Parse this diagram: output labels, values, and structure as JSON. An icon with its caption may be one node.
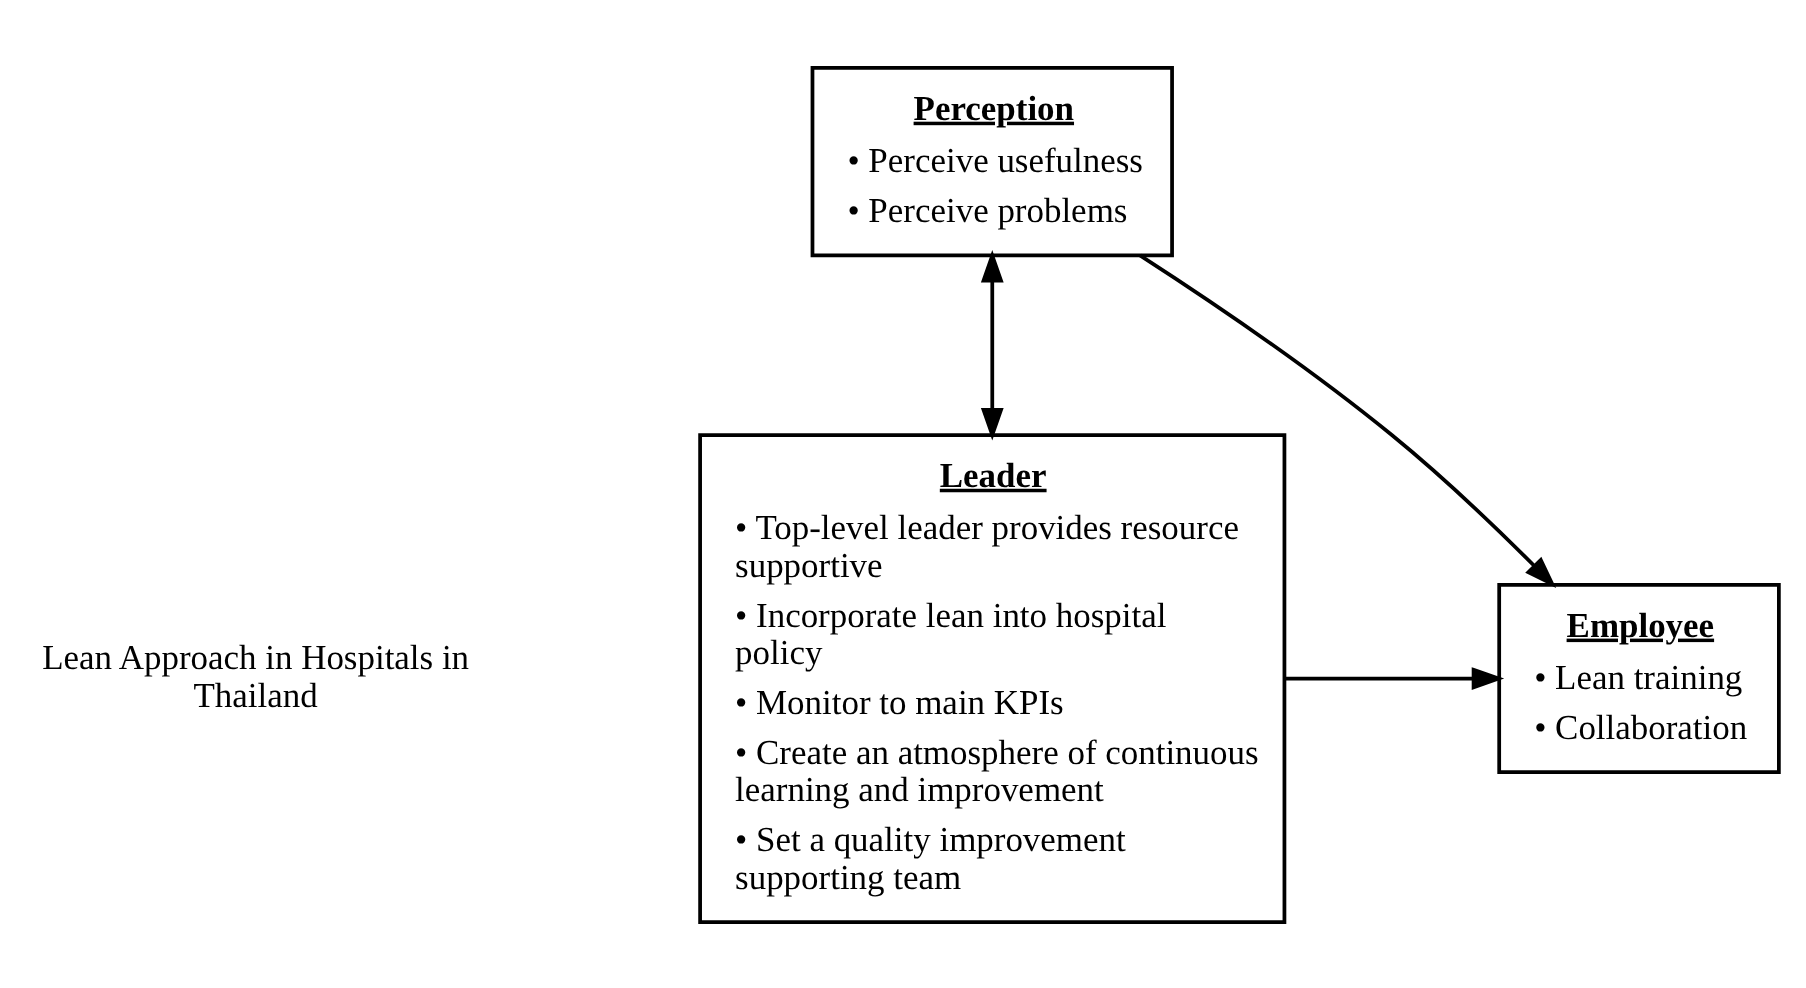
{
  "diagram": {
    "nodes": [
      {
        "text": [
          "Perception",
          "• Perceive usefulness",
          "• Perceive problems"
        ]
      },
      {
        "text": [
          "Leader",
          "• Top-level leader provides resource supportive",
          "• Incorporate lean into hospital policy",
          "• Monitor to main KPIs",
          "• Create an atmosphere of continuous learning and improvement",
          "• Set a quality improvement supporting team"
        ]
      },
      {
        "text": [
          "Employee",
          "• Lean training",
          "• Collaboration"
        ]
      }
    ],
    "edges": [
      {
        "from": 1,
        "to": 0,
        "arrow": "both"
      },
      {
        "from": 0,
        "to": 2,
        "arrow": "to"
      },
      {
        "from": 1,
        "to": 2,
        "arrow": "to"
      }
    ],
    "labels": [
      "Lean Approach in Hospitals in Thailand"
    ]
  }
}
